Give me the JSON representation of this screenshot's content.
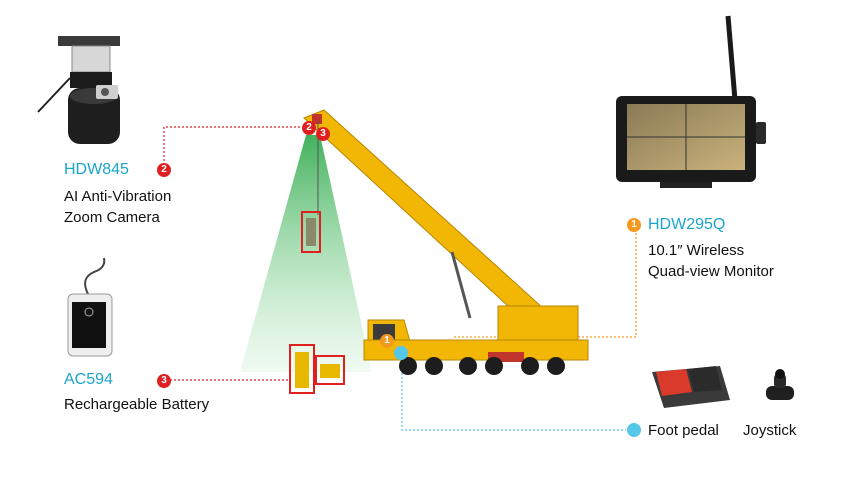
{
  "products": {
    "camera": {
      "model": "HDW845",
      "badge": "2",
      "desc_line1": "AI Anti-Vibration",
      "desc_line2": "Zoom Camera"
    },
    "monitor": {
      "model": "HDW295Q",
      "badge": "1",
      "desc_line1": "10.1″ Wireless",
      "desc_line2": "Quad-view Monitor"
    },
    "battery": {
      "model": "AC594",
      "badge": "3",
      "desc_line1": "Rechargeable Battery"
    },
    "foot_pedal": {
      "label": "Foot pedal"
    },
    "joystick": {
      "label": "Joystick"
    }
  },
  "crane_markers": {
    "boom_tip_2": "2",
    "boom_tip_3": "3",
    "cab_1": "1"
  },
  "colors": {
    "accent_cyan": "#1aa6c9",
    "marker_red": "#e02020",
    "marker_orange": "#f39a1e",
    "marker_cyan": "#55c8ea",
    "crane_yellow": "#f2b705"
  }
}
